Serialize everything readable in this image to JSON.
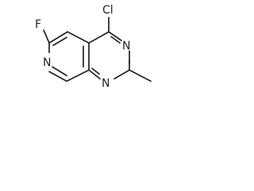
{
  "molecule": {
    "atoms": {
      "cl": "Cl",
      "f": "F",
      "n_pyridine": "N",
      "n_top": "N",
      "n_bottom": "N"
    },
    "colors": {
      "bond": "#222222",
      "label": "#222222",
      "background": "#ffffff"
    }
  }
}
